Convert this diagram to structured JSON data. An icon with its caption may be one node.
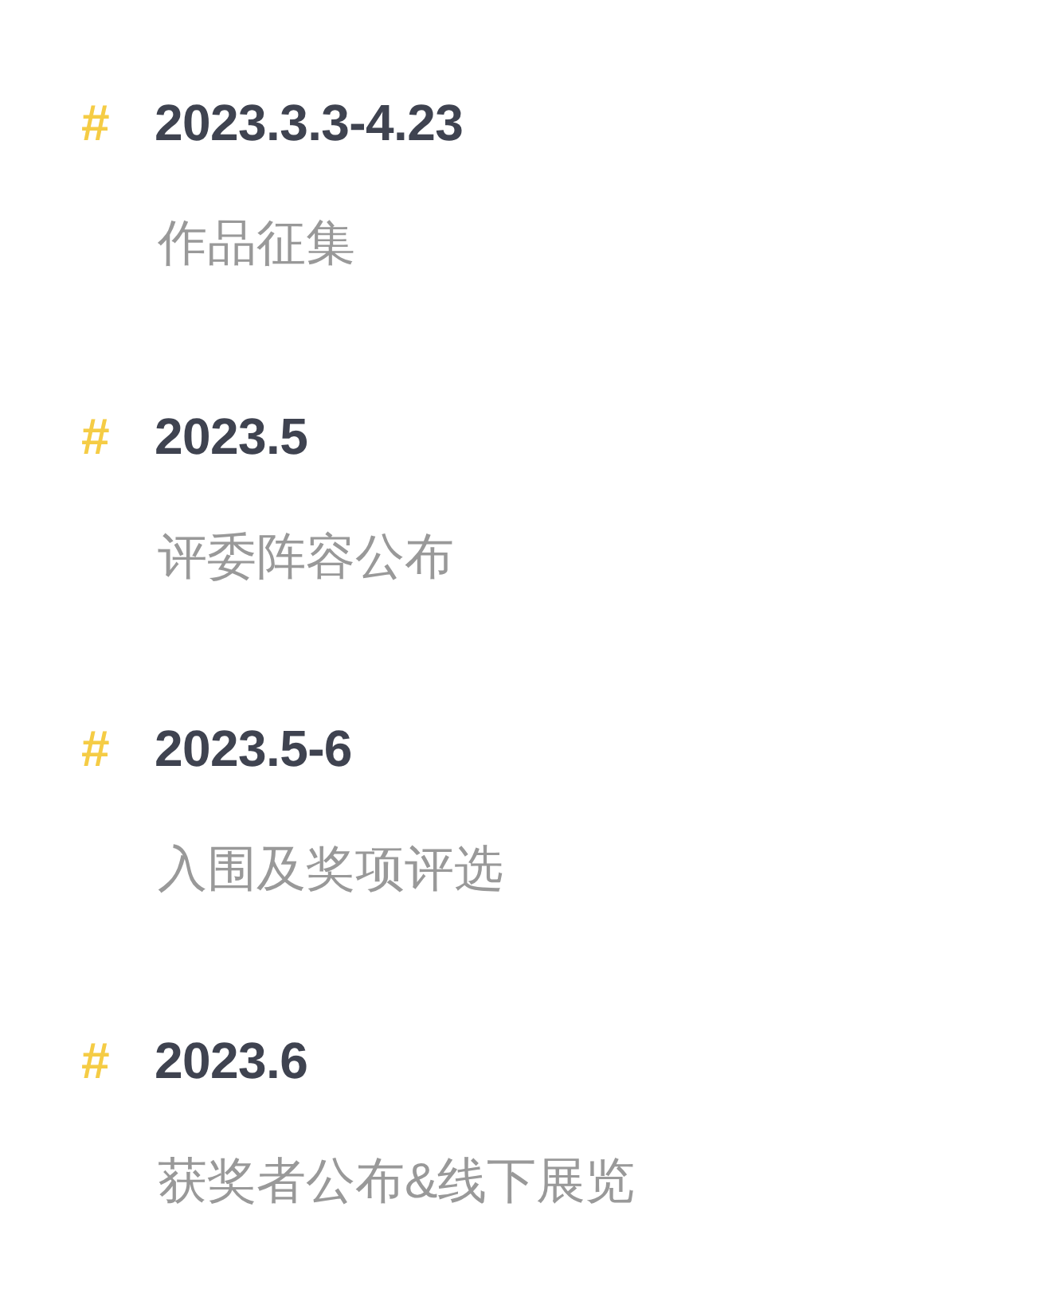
{
  "diagram": {
    "labels": [
      "#",
      "2023.3.3-4.23",
      "作品征集",
      "#",
      "2023.5",
      "评委阵容公布",
      "#",
      "2023.5-6",
      "入围及奖项评选",
      "#",
      "2023.6",
      "获奖者公布&线下展览"
    ]
  }
}
